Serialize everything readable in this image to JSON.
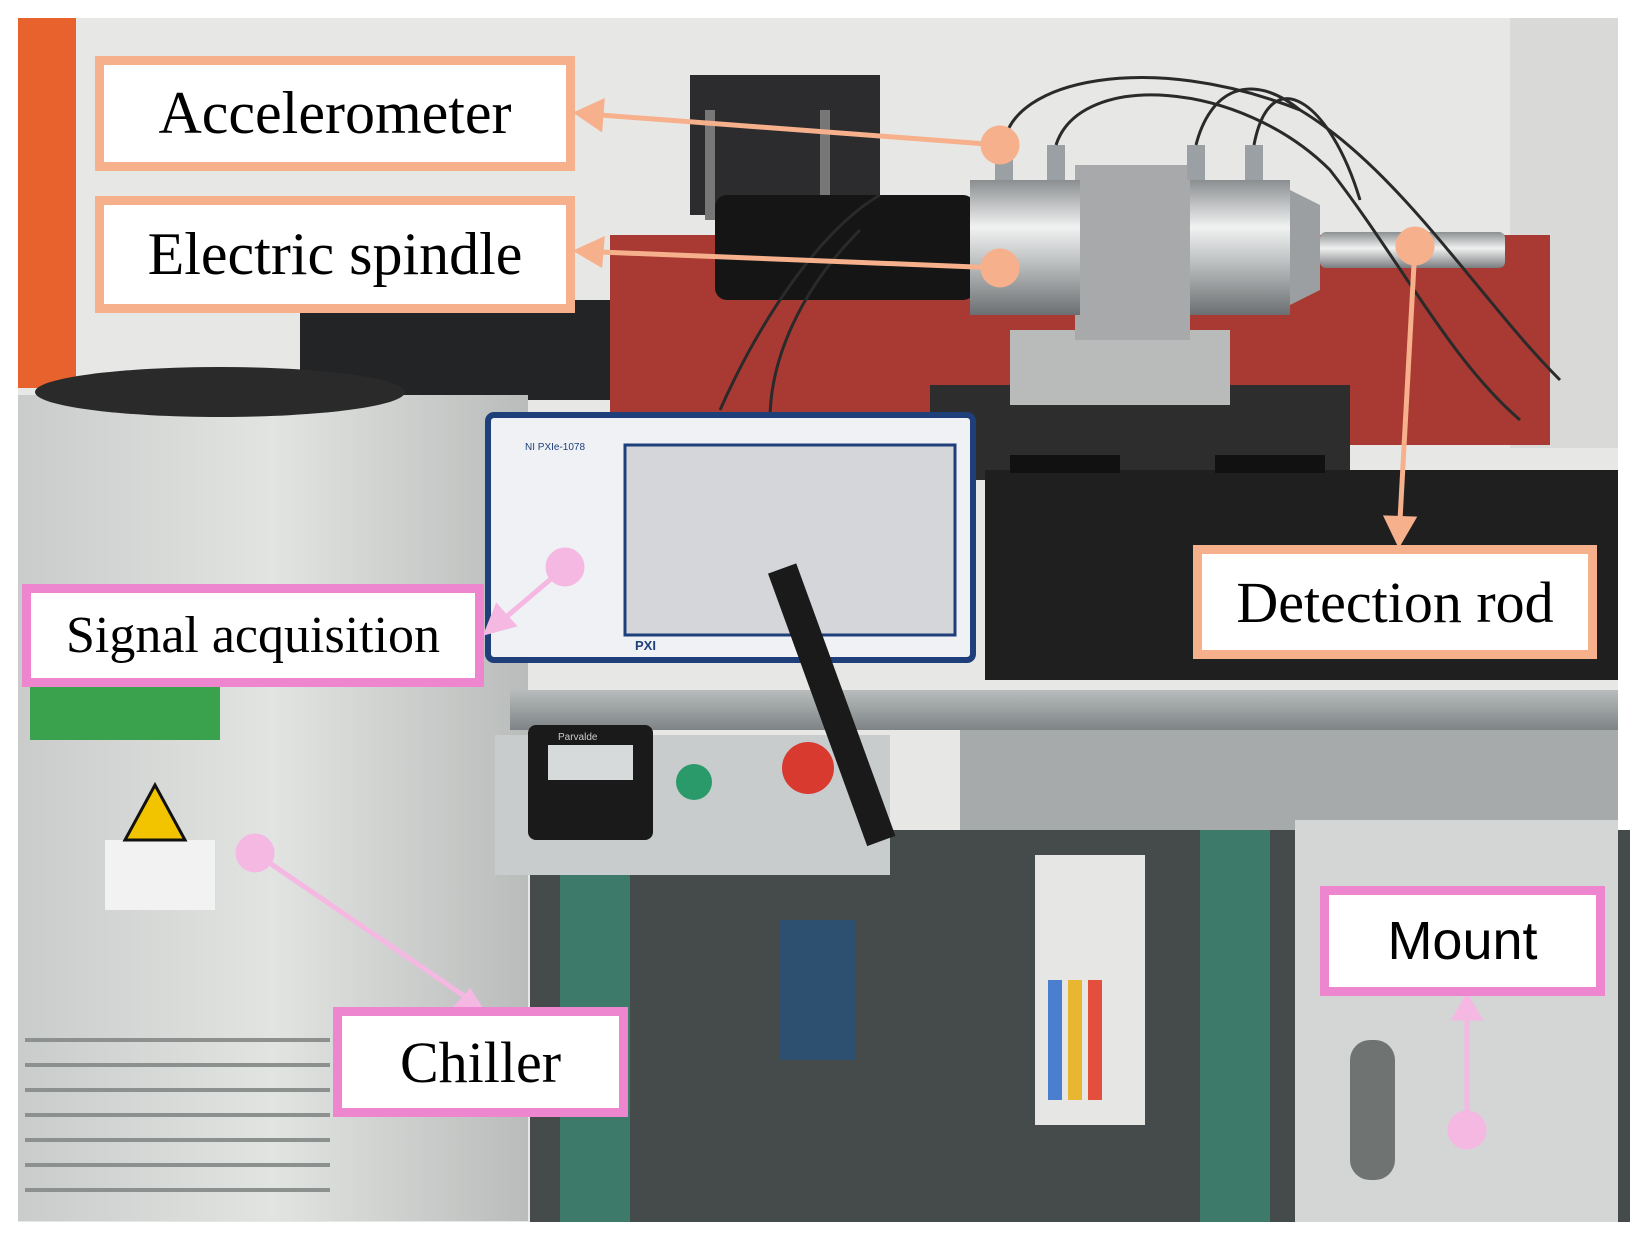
{
  "photo": {
    "subject": "spindle test rig"
  },
  "labels": {
    "accelerometer": "Accelerometer",
    "electric_spindle": "Electric spindle",
    "signal_acquisition": "Signal acquisition",
    "detection_rod": "Detection rod",
    "chiller": "Chiller",
    "mount": "Mount"
  },
  "device_text": {
    "ni_model": "NI PXIe-1078",
    "pxi": "PXI",
    "keypad_brand": "Parvalde"
  },
  "colors": {
    "orange_callout": "#f7b08c",
    "pink_callout": "#ee85cf",
    "wall": "#e8e9e7",
    "red_panel": "#a93a33",
    "chiller_body": "#d7d9d6",
    "cabinet_frame": "#3e7a6a",
    "bench_top": "#2b2b2b"
  }
}
